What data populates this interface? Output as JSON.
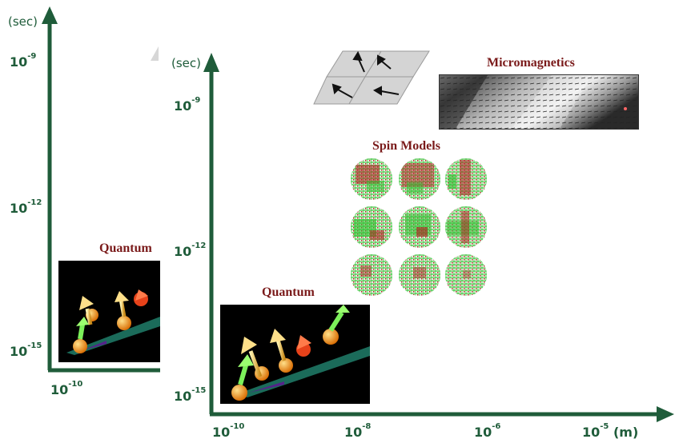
{
  "colors": {
    "axis": "#1f5c3a",
    "title": "#7a1a1a"
  },
  "back_chart": {
    "y_unit": "(sec)",
    "y_ticks": [
      {
        "base": "10",
        "exp": "-9"
      },
      {
        "base": "10",
        "exp": "-12"
      },
      {
        "base": "10",
        "exp": "-15"
      }
    ],
    "x_ticks": [
      {
        "base": "10",
        "exp": "-10"
      }
    ],
    "quantum_title": "Quantum"
  },
  "front_chart": {
    "y_unit": "(sec)",
    "y_ticks": [
      {
        "base": "10",
        "exp": "-9"
      },
      {
        "base": "10",
        "exp": "-12"
      },
      {
        "base": "10",
        "exp": "-15"
      }
    ],
    "x_ticks": [
      {
        "base": "10",
        "exp": "-10"
      },
      {
        "base": "10",
        "exp": "-8"
      },
      {
        "base": "10",
        "exp": "-6"
      },
      {
        "base": "10",
        "exp": "-5"
      }
    ],
    "x_unit": "(m)",
    "titles": {
      "micromagnetics": "Micromagnetics",
      "spin_models": "Spin Models",
      "quantum": "Quantum"
    }
  }
}
